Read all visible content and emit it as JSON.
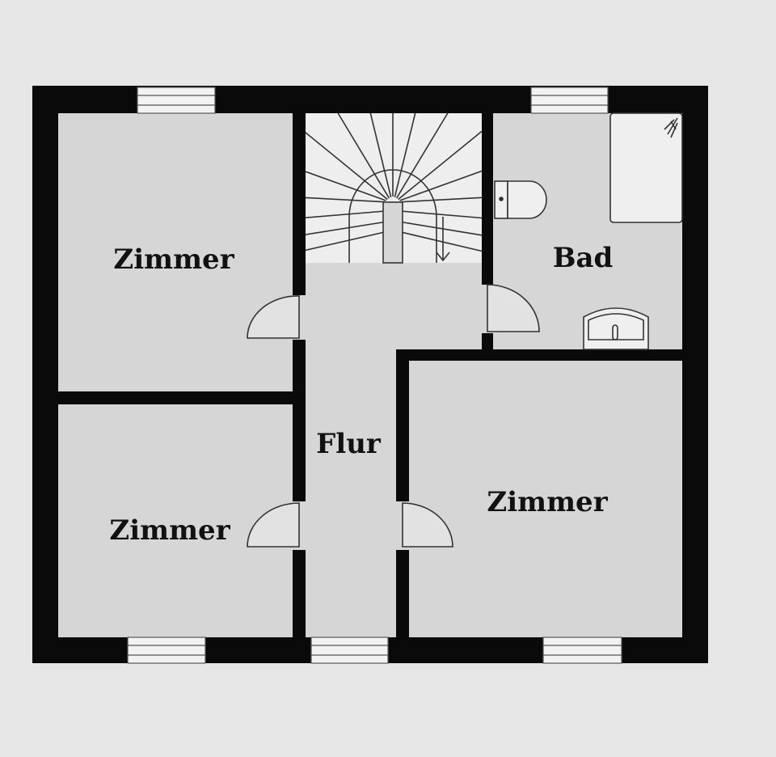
{
  "rooms": {
    "top_left": "Zimmer",
    "bottom_left": "Zimmer",
    "hallway": "Flur",
    "bathroom": "Bad",
    "bottom_right": "Zimmer"
  },
  "colors": {
    "wall": "#0a0a0a",
    "floor": "#d6d6d6",
    "background": "#e6e6e6",
    "fixture": "#efefef"
  }
}
